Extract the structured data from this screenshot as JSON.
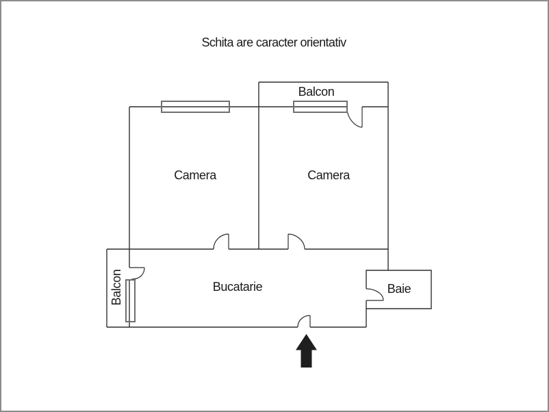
{
  "title": "Schita are caracter orientativ",
  "rooms": {
    "camera_left": "Camera",
    "camera_right": "Camera",
    "balcon_top": "Balcon",
    "balcon_left": "Balcon",
    "bucatarie": "Bucatarie",
    "baie": "Baie"
  },
  "icons": {
    "entrance_arrow": "arrow-up"
  },
  "colors": {
    "wall": "#2f2f2f",
    "window_border": "#6e6e6e",
    "page_border": "#8c8c8c",
    "arrow": "#1f1f1f",
    "text_color": "#1a1a1a",
    "background": "#ffffff"
  }
}
